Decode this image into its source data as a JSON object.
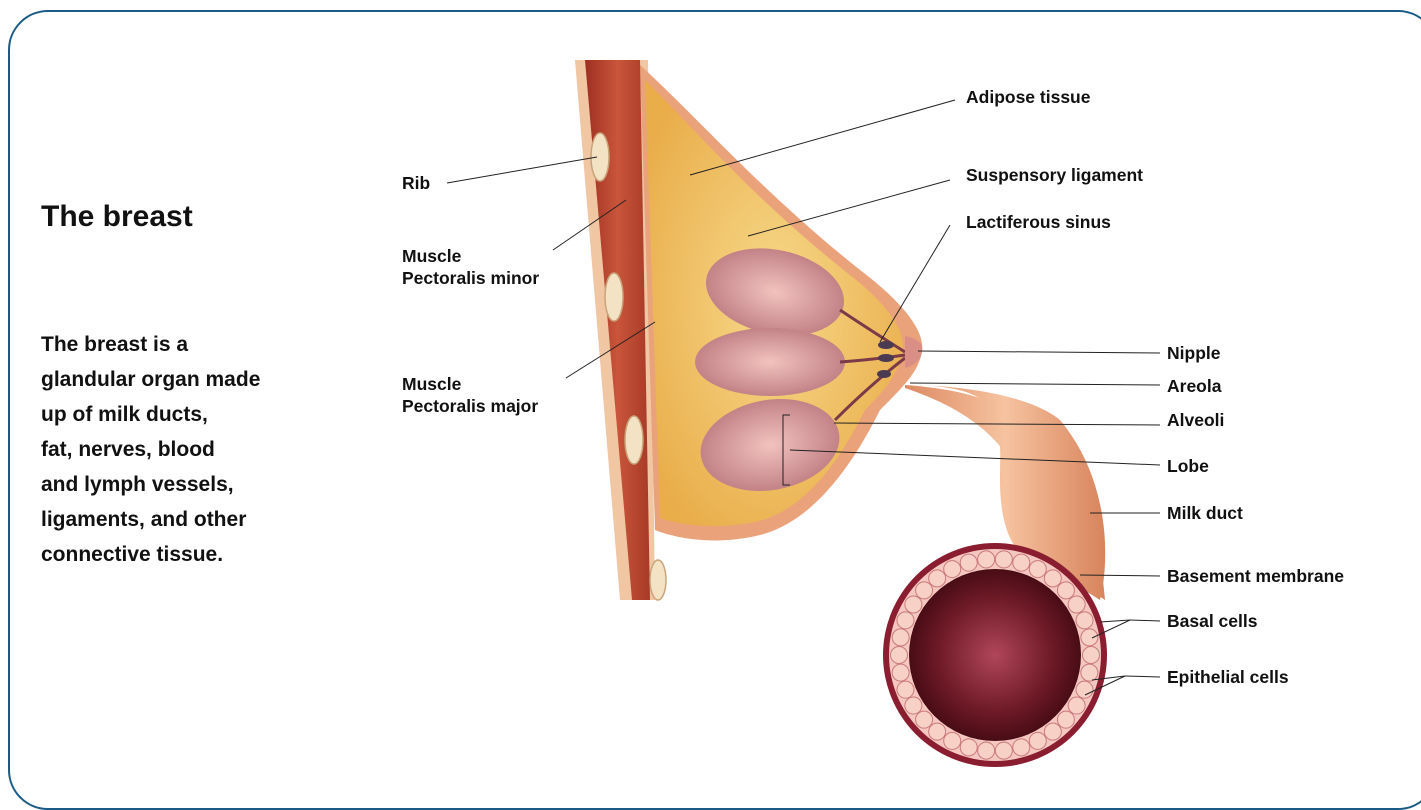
{
  "title": "The breast",
  "description": [
    "The breast is a",
    "glandular organ made",
    "up of milk ducts,",
    "fat, nerves, blood",
    "and lymph vessels,",
    "ligaments, and other",
    "connective tissue."
  ],
  "labels": {
    "rib": "Rib",
    "muscle_minor": [
      "Muscle",
      "Pectoralis minor"
    ],
    "muscle_major": [
      "Muscle",
      "Pectoralis major"
    ],
    "adipose_tissue": "Adipose tissue",
    "suspensory_ligament": "Suspensory ligament",
    "lactiferous_sinus": "Lactiferous sinus",
    "nipple": "Nipple",
    "areola": "Areola",
    "alveoli": "Alveoli",
    "lobe": "Lobe",
    "milk_duct": "Milk duct",
    "basement_membrane": "Basement membrane",
    "basal_cells": "Basal cells",
    "epithelial_cells": "Epithelial cells"
  },
  "colors": {
    "frame": "#1a5a86",
    "muscle": "#b8432e",
    "fat": "#f1c15c",
    "lobe": "#d99a9e",
    "skin": "#e9a27a",
    "duct_lumen": "#5a0f1a"
  }
}
